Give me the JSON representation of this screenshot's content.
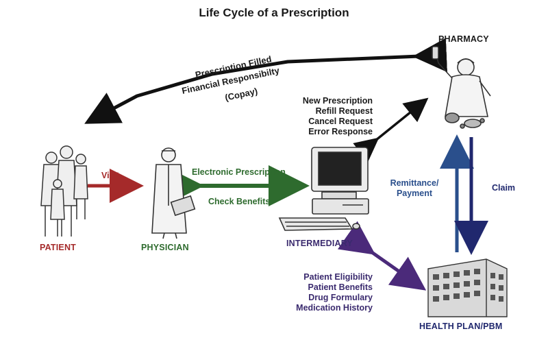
{
  "title": "Life Cycle of a Prescription",
  "nodes": {
    "pharmacy": "PHARMACY",
    "patient": "PATIENT",
    "physician": "PHYSICIAN",
    "intermediary": "INTERMEDIARY",
    "health_plan": "HEALTH PLAN/PBM"
  },
  "edges": {
    "prescription_filled": "Prescription Filled",
    "financial_responsibility": "Financial Responsibilty",
    "copay": "(Copay)",
    "visit": "Visit",
    "electronic_prescription": "Electronic Prescription",
    "check_benefits": "Check Benefits",
    "remittance": "Remittance/",
    "payment": "Payment",
    "claim": "Claim"
  },
  "pharmacy_messages": [
    "New Prescription",
    "Refill Request",
    "Cancel Request",
    "Error Response"
  ],
  "plan_messages": [
    "Patient Eligibility",
    "Patient Benefits",
    "Drug Formulary",
    "Medication History"
  ],
  "colors": {
    "visit_arrow": "#a52a2a",
    "rx_arrow": "#2e6b2e",
    "remittance_arrow": "#2a4f8c",
    "claim_arrow": "#20286e",
    "eligibility_arrow": "#4b2a7a",
    "patient_label": "#a52a2a",
    "physician_label": "#2e6b2e",
    "intermediary_label": "#3a2a6e",
    "remit_label": "#2a4f8c",
    "claim_label": "#20286e"
  }
}
